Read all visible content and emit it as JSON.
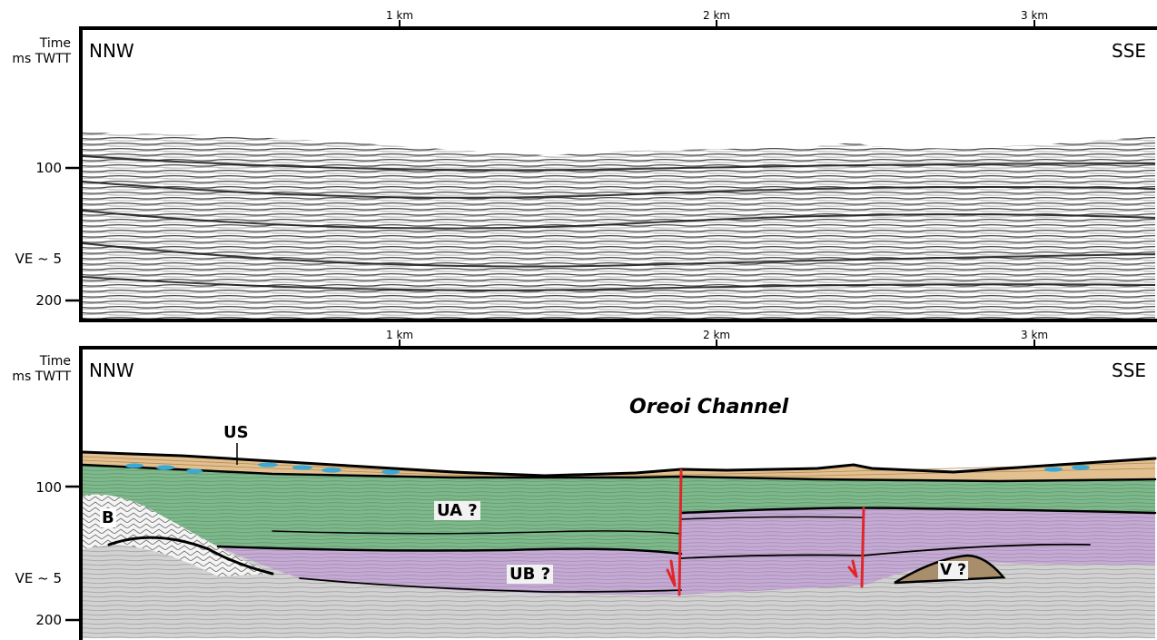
{
  "panels": [
    {
      "id": "uninterpreted",
      "axis_title_line1": "Time",
      "axis_title_line2": "ms TWTT",
      "tick_100": "100",
      "tick_200": "200",
      "ve": "VE ~ 5",
      "km1": "1 km",
      "km2": "2 km",
      "km3": "3 km",
      "left_dir": "NNW",
      "right_dir": "SSE"
    },
    {
      "id": "interpreted",
      "axis_title_line1": "Time",
      "axis_title_line2": "ms TWTT",
      "tick_100": "100",
      "tick_200": "200",
      "ve": "VE ~ 5",
      "km1": "1 km",
      "km2": "2 km",
      "km3": "3 km",
      "left_dir": "NNW",
      "right_dir": "SSE",
      "channel_name": "Oreoi Channel",
      "units": {
        "us": "US",
        "ua": "UA ?",
        "ub": "UB ?",
        "b": "B",
        "v": "V ?"
      }
    }
  ],
  "colors": {
    "us_unit": "#e2c08f",
    "ua_unit": "#7fb88c",
    "ub_unit": "#c5abd3",
    "v_unit": "#a98e6c",
    "fault": "#e0262a",
    "gas": "#3aa9d6",
    "basement": "#f3f3f3",
    "seismic_bg": "#cfcfcf"
  }
}
